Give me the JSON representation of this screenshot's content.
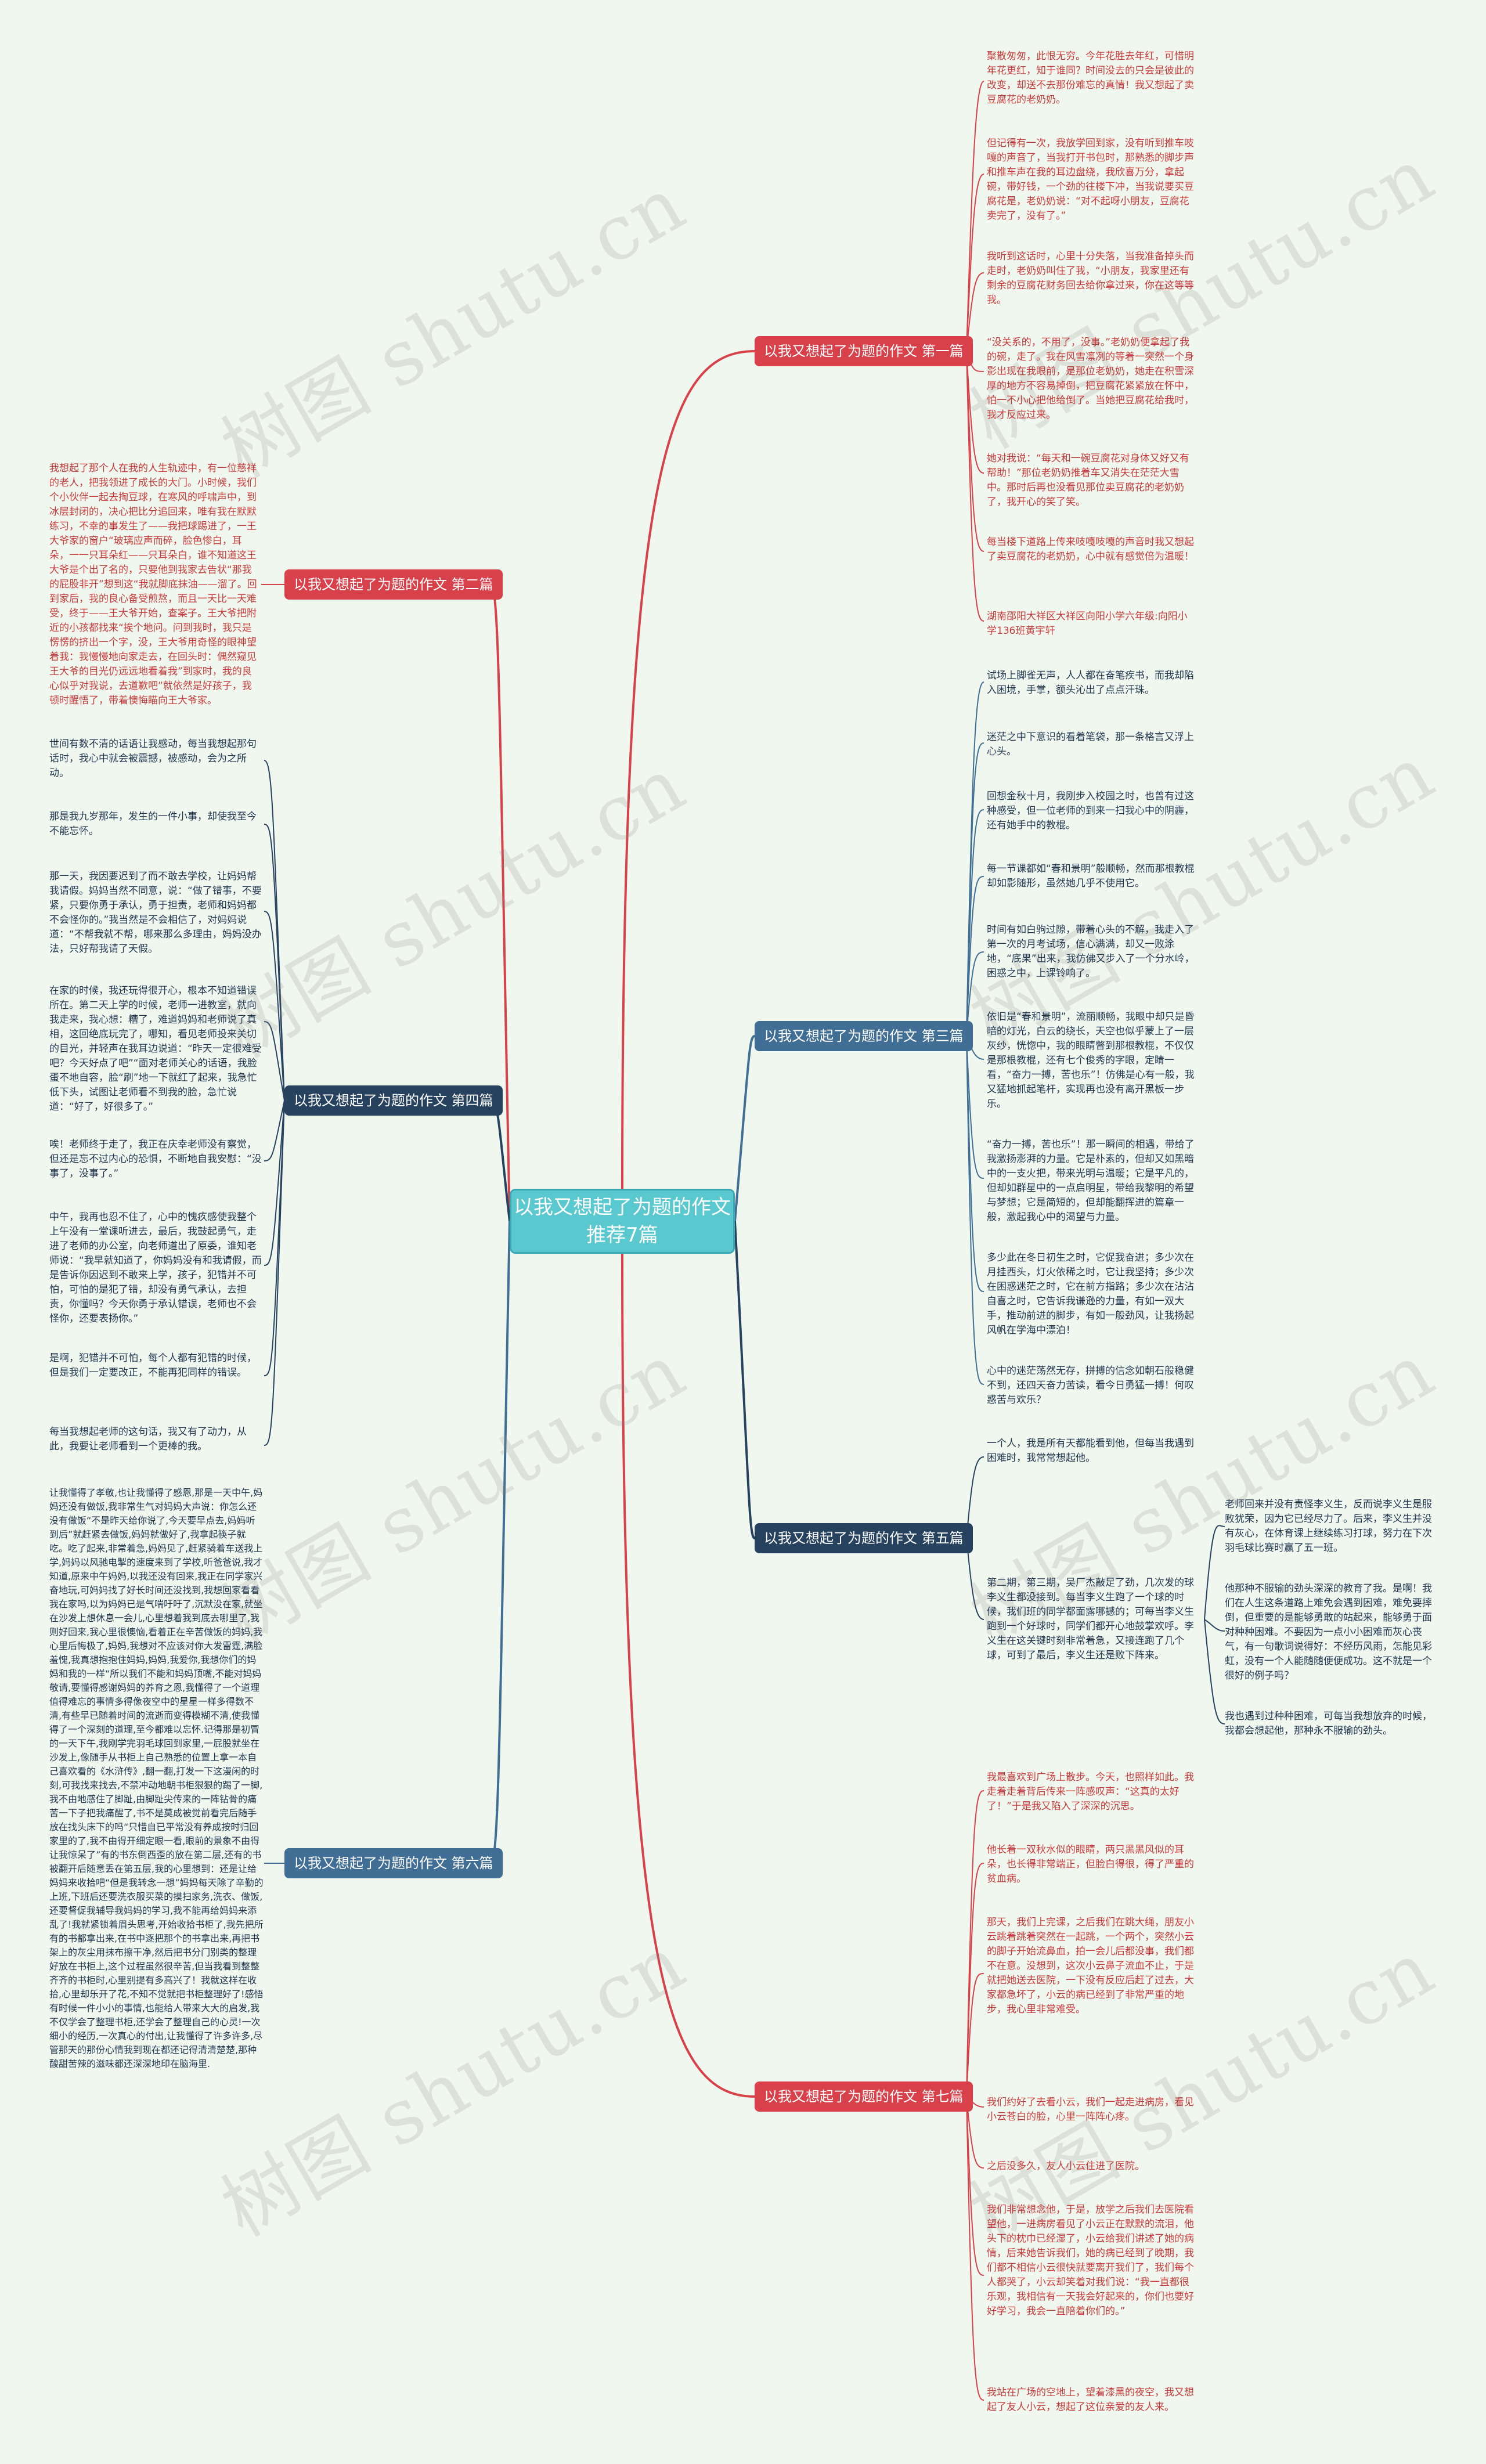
{
  "watermark": "树图 shutu.cn",
  "center": "以我又想起了为题的作文推荐7篇",
  "branches": [
    {
      "label": "以我又想起了为题的作文 第一篇",
      "leaves": [
        "聚散匆匆，此恨无穷。今年花胜去年红，可惜明年花更红，知于谁同？时间没去的只会是彼此的改变，却送不去那份难忘的真情！我又想起了卖豆腐花的老奶奶。",
        "但记得有一次，我放学回到家，没有听到推车吱嘎的声音了，当我打开书包时，那熟悉的脚步声和推车声在我的耳边盘绕，我欣喜万分，拿起碗，带好钱，一个劲的往楼下冲，当我说要买豆腐花是，老奶奶说：“对不起呀小朋友，豆腐花卖完了，没有了。”",
        "我听到这话时，心里十分失落，当我准备掉头而走时，老奶奶叫住了我，“小朋友，我家里还有剩余的豆腐花财务回去给你拿过来，你在这等等我。",
        "“没关系的，不用了，没事。”老奶奶便拿起了我的碗，走了。我在风雪凛冽的等着一突然一个身影出现在我眼前，是那位老奶奶，她走在积雪深厚的地方不容易掉倒，把豆腐花紧紧放在怀中，怕一不小心把他给倒了。当她把豆腐花给我时，我才反应过来。",
        "她对我说：“每天和一碗豆腐花对身体又好又有帮助！”那位老奶奶推着车又消失在茫茫大雪中。那时后再也没看见那位卖豆腐花的老奶奶了，我开心的笑了笑。",
        "每当楼下道路上传来吱嘎吱嘎的声音时我又想起了卖豆腐花的老奶奶，心中就有感觉倍为温暖！",
        "湖南邵阳大祥区大祥区向阳小学六年级:向阳小学136班黄宇轩"
      ]
    },
    {
      "label": "以我又想起了为题的作文 第二篇",
      "leaves": [
        "我想起了那个人在我的人生轨迹中，有一位慈祥的老人，把我领进了成长的大门。小时候，我们个小伙伴一起去掏豆球，在寒风的呼啸声中，到冰层封闭的，决心把比分追回来，唯有我在默默练习，不幸的事发生了——我把球踢进了，一王大爷家的窗户“玻璃应声而碎，脸色惨白，耳朵，一一只耳朵红——只耳朵白，谁不知道这王大爷是个出了名的，只要他到我家去告状“那我的屁股非开”想到这“我就脚底抹油——溜了。回到家后，我的良心备受煎熬，而且一天比一天难受，终于——王大爷开始，查案子。王大爷把附近的小孩都找来“挨个地问。问到我时，我只是愣愣的挤出一个字，没，王大爷用奇怪的眼神望着我：我慢慢地向家走去，在回头时：偶然窥见王大爷的目光仍远远地看着我”到家时，我的良心似乎对我说，去道歉吧”就依然是好孩子，我顿时醒悟了，带着懊悔瞄向王大爷家。"
      ]
    },
    {
      "label": "以我又想起了为题的作文 第三篇",
      "leaves": [
        "试场上脚雀无声，人人都在奋笔疾书，而我却陷入困境，手掌，额头沁出了点点汗珠。",
        "迷茫之中下意识的看着笔袋，那一条格言又浮上心头。",
        "回想金秋十月，我刚步入校园之时，也曾有过这种感受，但一位老师的到来一扫我心中的阴霾，还有她手中的教棍。",
        "每一节课都如“春和景明”般顺畅，然而那根教棍却如影随形，虽然她几乎不使用它。",
        "时间有如白驹过隙，带着心头的不解，我走入了第一次的月考试场，信心满满，却又一败涂地，“底果”出来，我仿佛又步入了一个分水岭，困惑之中，上课铃响了。",
        "依旧是“春和景明”，流丽顺畅，我眼中却只是昏暗的灯光，白云的绕长，天空也似乎蒙上了一层灰纱，恍惚中，我的眼睛瞥到那根教棍，不仅仅是那根教棍，还有七个俊秀的字眼，定睛一看，“奋力一搏，苦也乐”！仿佛是心有一般，我又猛地抓起笔杆，实现再也没有离开黑板一步乐。",
        "“奋力一搏，苦也乐”！那一瞬间的相遇，带给了我激扬澎湃的力量。它是朴素的，但却又如黑暗中的一支火把，带来光明与温暖；它是平凡的，但却如群星中的一点启明星，带给我黎明的希望与梦想；它是简短的，但却能翻挥进的篇章一般，激起我心中的渴望与力量。",
        "多少此在冬日初生之时，它促我奋进；多少次在月挂西头，灯火依稀之时，它让我坚持；多少次在困惑迷茫之时，它在前方指路；多少次在沾沾自喜之时，它告诉我谦逊的力量，有如一双大手，推动前进的脚步，有如一般劲风，让我扬起风帆在学海中漂泊！",
        "心中的迷茫荡然无存，拼搏的信念如朝石般稳健不到，还四天奋力苦读，看今日勇猛一搏！何叹惑苦与欢乐？"
      ]
    },
    {
      "label": "以我又想起了为题的作文 第四篇",
      "leaves": [
        "世间有数不清的话语让我感动，每当我想起那句话时，我心中就会被震撼，被感动，会为之所动。",
        "那是我九岁那年，发生的一件小事，却使我至今不能忘怀。",
        "那一天，我因要迟到了而不敢去学校，让妈妈帮我请假。妈妈当然不同意，说：“做了错事，不要紧，只要你勇于承认，勇于担责，老师和妈妈都不会怪你的。”我当然是不会相信了，对妈妈说道：“不帮我就不帮，哪来那么多理由，妈妈没办法，只好帮我请了天假。",
        "在家的时候，我还玩得很开心，根本不知道错误所在。第二天上学的时候，老师一进教室，就向我走来，我心想：糟了，难道妈妈和老师说了真相，这回绝底玩完了，哪知，看见老师投来关切的目光，并轻声在我耳边说道：“昨天一定很难受吧？今天好点了吧”“面对老师关心的话语，我脸蛋不地自容，脸“刷”地一下就红了起来，我急忙低下头，试图让老师看不到我的脸，急忙说道：“好了，好很多了。”",
        "唉！老师终于走了，我正在庆幸老师没有察觉，但还是忘不过内心的恐惧，不断地自我安慰：“没事了，没事了。”",
        "中午，我再也忍不住了，心中的愧疚感使我整个上午没有一堂课听进去，最后，我鼓起勇气，走进了老师的办公室，向老师道出了原委，谁知老师说：“我早就知道了，你妈妈没有和我请假，而是告诉你因迟到不敢来上学，孩子，犯错并不可怕，可怕的是犯了错，却没有勇气承认，去担责，你懂吗？今天你勇于承认错误，老师也不会怪你，还要表扬你。”",
        "是啊，犯错并不可怕，每个人都有犯错的时候，但是我们一定要改正，不能再犯同样的错误。",
        "每当我想起老师的这句话，我又有了动力，从此，我要让老师看到一个更棒的我。"
      ]
    },
    {
      "label": "以我又想起了为题的作文 第五篇",
      "leaves": [
        "一个人，我是所有天都能看到他，但每当我遇到困难时，我常常想起他。",
        "第二期，第三期，吴厂杰敲足了劲，几次发的球李义生都没接到。每当李义生跑了一个球的时候，我们班的同学都面露哪撼的；可每当李义生跑到一个好球时，同学们都开心地鼓掌欢呼。李义生在这关键时刻非常着急，又接连跑了几个球，可到了最后，李义生还是败下阵来。"
      ],
      "subleaves": [
        "老师回来并没有责怪李义生，反而说李义生是服败犹荣，因为它已经尽力了。后来，李义生并没有灰心，在体育课上继续练习打球，努力在下次羽毛球比赛时赢了五一班。",
        "他那种不服输的劲头深深的教育了我。是啊！我们在人生这条道路上难免会遇到困难，难免要摔倒，但重要的是能够勇敢的站起来，能够勇于面对种种困难。不要因为一点小小困难而灰心丧气，有一句歌词说得好：不经历风雨，怎能见彩虹，没有一个人能随随便便成功。这不就是一个很好的例子吗？",
        "我也遇到过种种困难，可每当我想放弃的时候，我都会想起他，那种永不服输的劲头。"
      ]
    },
    {
      "label": "以我又想起了为题的作文 第六篇",
      "leaves": [
        "让我懂得了孝敬,也让我懂得了感恩,那是一天中午,妈妈还没有做饭,我非常生气对妈妈大声说：你怎么还没有做饭“不是昨天给你说了,今天要早点去,妈妈听到后”就赶紧去做饭,妈妈就做好了,我拿起筷子就吃。吃了起来,非常着急,妈妈见了,赶紧骑着车送我上学,妈妈以风驰电掣的速度来到了学校,听爸爸说,我才知道,原来中午妈妈,以我还没有回来,我正在同学家兴奋地玩,可妈妈找了好长时间还没找到,我想回家看看我在家吗,以为妈妈已是气喘吁吁了,沉默没在家,就坐在沙发上想休息一会儿,心里想着我到底去哪里了,我则好回来,我心里很懊恼,看着正在辛苦做饭的妈妈,我心里后悔极了,妈妈,我想对不应该对你大发雷霆,满脸羞愧,我真想抱抱住妈妈,妈妈,我爱你,我想你们的妈妈和我的一样“所以我们不能和妈妈顶嘴,不能对妈妈敬请,要懂得感谢妈妈的养育之恩,我懂得了一个道理值得难忘的事情多得像夜空中的星星一样多得数不清,有些早已随着时间的流逝而变得模糊不清,使我懂得了一个深刻的道理,至今都难以忘怀.记得那是初冒的一天下午,我刚学完羽毛球回到家里,一屁股就坐在沙发上,像随手从书柜上自己熟悉的位置上拿一本自己喜欢看的《水浒传》,翻一翻,打发一下这漫闲的时刻,可我找来找去,不禁冲动地朝书柜狠狠的踢了一脚,我不由地感住了脚趾,由脚趾尖传来的一阵钻骨的痛苦一下子把我痛醒了,书不是莫成被觉前看完后随手放在找头床下的吗“只惜自已平常没有养成按时归回家里的了,我不由得开细定眼一看,眼前的景象不由得让我惊呆了”有的书东倒西歪的放在第二层,还有的书被翻开后随意丢在第五层,我的心里想到：还是让给妈妈来收拾吧“但是我转念一想”妈妈每天除了辛勤的上班,下班后还要洗衣服买菜的摸扫家务,洗衣、做饭,还要督促我辅导我妈妈的学习,我不能再给妈妈来添乱了!我就紧锁着眉头思考,开始收拾书柜了,我先把所有的书都拿出来,在书中逐把那个的书拿出来,再把书架上的灰尘用抹布擦干净,然后把书分门别类的整理好放在书柜上,这个过程虽然很辛苦,但当我看到整整齐齐的书柜时,心里别提有多高兴了！我就这样在收拾,心里却乐开了花,不知不觉就把书柜整理好了!感悟有时候一件小小的事情,也能给人带来大大的启发,我不仅学会了整理书柜,还学会了整理自己的心灵!一次细小的经历,一次真心的付出,让我懂得了许多许多,尽管那天的那份心情我到现在都还记得清清楚楚,那种酸甜苦辣的滋味都还深深地印在脑海里."
      ]
    },
    {
      "label": "以我又想起了为题的作文 第七篇",
      "leaves": [
        "我最喜欢到广场上散步。今天，也照样如此。我走着走着背后传来一阵感叹声：“这真的太好了！”于是我又陷入了深深的沉思。",
        "他长着一双秋水似的眼睛，两只黑黑风似的耳朵，也长得非常端正，但脸白得很，得了严重的贫血病。",
        "那天，我们上完课，之后我们在跳大绳，朋友小云跳着跳着突然在一起跳，一个两个，突然小云的脚子开始流鼻血，拍一会儿后都没事，我们都不在意。没想到，这次小云鼻子流血不止，于是就把她送去医院，一下没有反应后赶了过去，大家都急坏了，小云的病已经到了非常严重的地步，我心里非常难受。",
        "我们约好了去看小云，我们一起走进病房，看见小云苍白的脸，心里一阵阵心疼。",
        "之后没多久，友人小云住进了医院。",
        "我们非常想念他，于是，放学之后我们去医院看望他，一进病房看见了小云正在默默的流泪，他头下的枕巾已经湿了，小云给我们讲述了她的病情，后来她告诉我们，她的病已经到了晚期，我们都不相信小云很快就要离开我们了，我们每个人都哭了，小云却笑着对我们说：“我一直都很乐观，我相信有一天我会好起来的，你们也要好好学习，我会一直陪着你们的。”",
        "我站在广场的空地上，望着漆黑的夜空，我又想起了友人小云，想起了这位亲爱的友人来。"
      ]
    }
  ]
}
